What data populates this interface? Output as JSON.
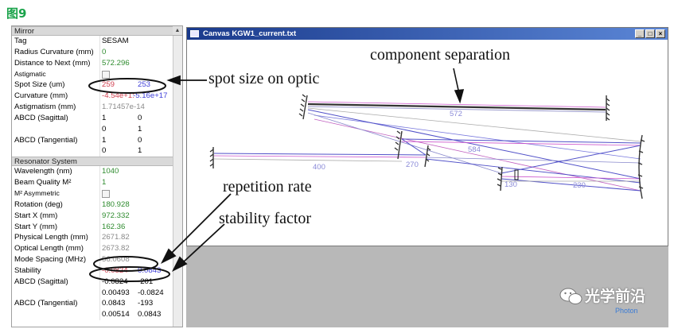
{
  "figure_label": "图9",
  "mirror": {
    "section": "Mirror",
    "tag": {
      "label": "Tag",
      "value": "SESAM"
    },
    "radius": {
      "label": "Radius Curvature (mm)",
      "value": "0"
    },
    "distance": {
      "label": "Distance to Next (mm)",
      "value": "572.296"
    },
    "astigmatic": {
      "label": "Astigmatic"
    },
    "spot": {
      "label": "Spot Size (um)",
      "v1": "259",
      "v2": "253"
    },
    "curvature": {
      "label": "Curvature (mm)",
      "v1": "-4.54e+1:",
      "v2": "-5.16e+17"
    },
    "astigmatism": {
      "label": "Astigmatism (mm)",
      "value": "1.71457e-14"
    },
    "abcd_s": {
      "label": "ABCD (Sagittal)",
      "a": "1",
      "b": "0",
      "c": "0",
      "d": "1"
    },
    "abcd_t": {
      "label": "ABCD (Tangential)",
      "a": "1",
      "b": "0",
      "c": "0",
      "d": "1"
    }
  },
  "resonator": {
    "section": "Resonator System",
    "wavelength": {
      "label": "Wavelength (nm)",
      "value": "1040"
    },
    "beam_quality": {
      "label": "Beam Quality M²",
      "value": "1"
    },
    "m2_asym": {
      "label": "M² Asymmetric"
    },
    "rotation": {
      "label": "Rotation (deg)",
      "value": "180.928"
    },
    "start_x": {
      "label": "Start X (mm)",
      "value": "972.332"
    },
    "start_y": {
      "label": "Start Y (mm)",
      "value": "162.36"
    },
    "physical_length": {
      "label": "Physical Length (mm)",
      "value": "2671.82"
    },
    "optical_length": {
      "label": "Optical Length (mm)",
      "value": "2673.82"
    },
    "mode_spacing": {
      "label": "Mode Spacing (MHz)",
      "value": "56.0608"
    },
    "stability": {
      "label": "Stability",
      "v1": "-0.0824",
      "v2": "0.0843"
    },
    "abcd_s": {
      "label": "ABCD (Sagittal)",
      "a": "-0.0824",
      "b": "-201",
      "c": "0.00493",
      "d": "-0.0824"
    },
    "abcd_t": {
      "label": "ABCD (Tangential)",
      "a": "0.0843",
      "b": "-193",
      "c": "0.00514",
      "d": "0.0843"
    }
  },
  "canvas": {
    "title": "Canvas KGW1_current.txt",
    "minimize": "_",
    "maximize": "□",
    "close": "×",
    "labels": {
      "l572": "572",
      "l584": "584",
      "l400": "400",
      "l270": "270",
      "l130": "130",
      "l230": "230"
    }
  },
  "annotations": {
    "component_separation": "component separation",
    "spot_size": "spot size on optic",
    "repetition_rate": "repetition rate",
    "stability_factor": "stability factor"
  },
  "watermark": {
    "cn": "光学前沿",
    "en": "Photon"
  },
  "colors": {
    "green": "#2e8b2e",
    "red": "#d04050",
    "blue": "#4040d8",
    "title_bar": "#1a3a8c"
  }
}
